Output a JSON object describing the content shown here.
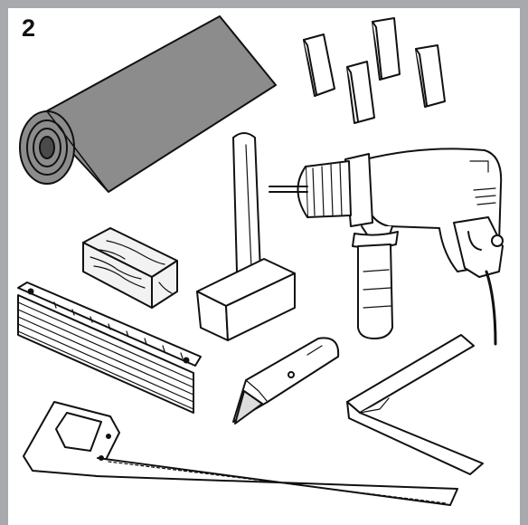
{
  "step": {
    "number": "2"
  },
  "colors": {
    "frame": "#a7a9ac",
    "ink": "#111111",
    "roll_fill": "#8c8c8c",
    "wood": "#f2f2f2",
    "background": "#ffffff"
  },
  "tools": [
    {
      "id": "carpet-roll",
      "name": "underlay-roll-icon"
    },
    {
      "id": "spacer-wedges",
      "name": "spacer-wedges-icon"
    },
    {
      "id": "wood-block",
      "name": "tapping-block-icon"
    },
    {
      "id": "hammer",
      "name": "mallet-icon"
    },
    {
      "id": "drill",
      "name": "drill-icon"
    },
    {
      "id": "folding-rule",
      "name": "folding-rule-icon"
    },
    {
      "id": "utility-knife",
      "name": "utility-knife-icon"
    },
    {
      "id": "try-square",
      "name": "try-square-icon"
    },
    {
      "id": "handsaw",
      "name": "handsaw-icon"
    }
  ]
}
